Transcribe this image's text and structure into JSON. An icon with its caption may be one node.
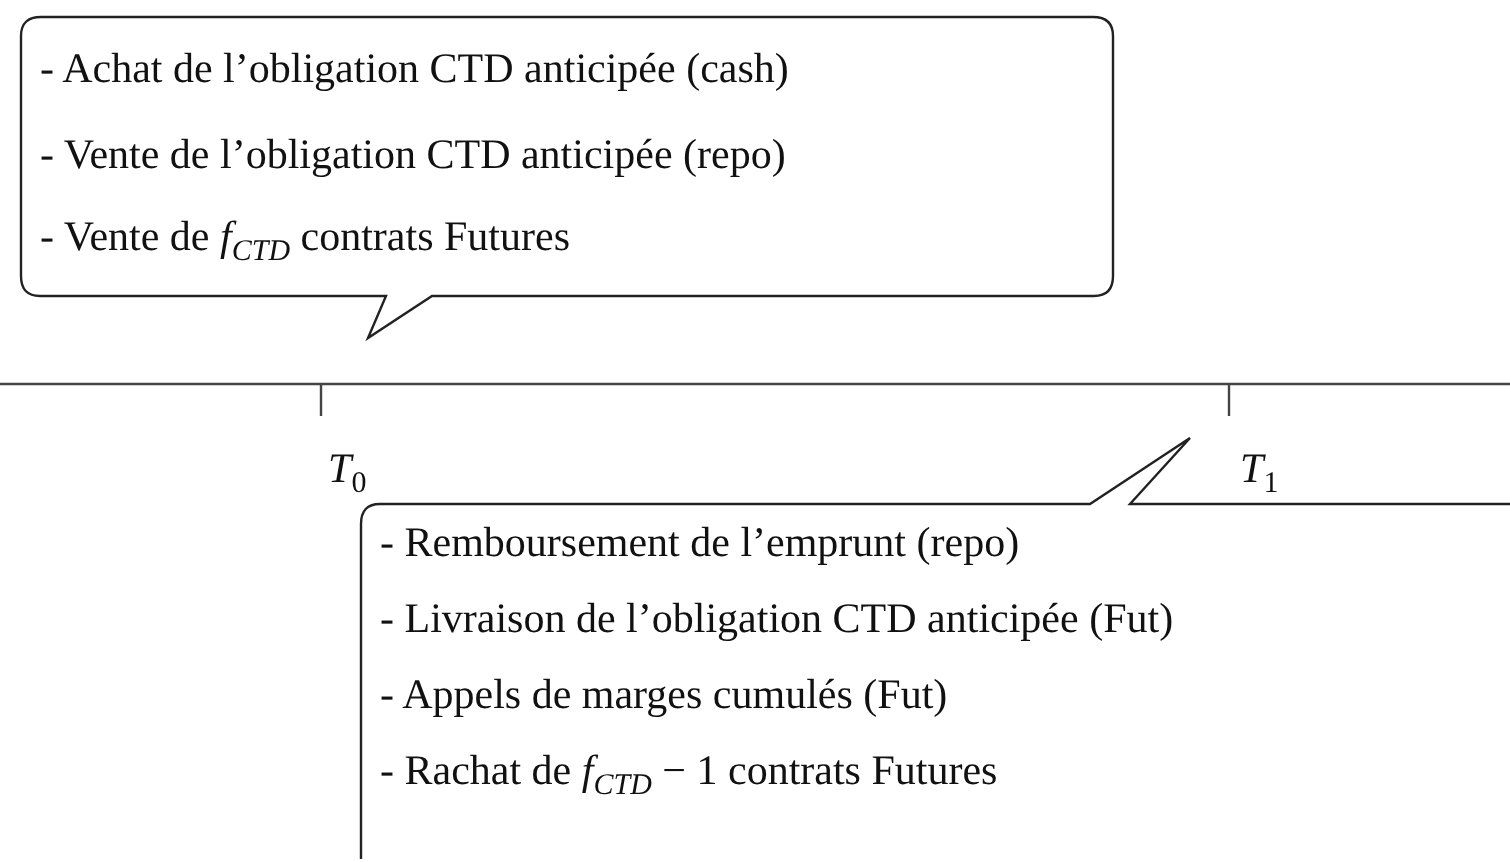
{
  "diagram": {
    "nodes": [
      {
        "text": [
          "- Achat de l’obligation CTD anticipée (cash)",
          "- Vente de l’obligation CTD anticipée (repo)",
          "- Vente de *f*$_{CTD}$ contrats Futures"
        ]
      },
      {
        "text": [
          "- Remboursement de l’emprunt (repo)",
          "- Livraison de l’obligation CTD anticipée (Fut)",
          "- Appels de marges cumulés (Fut)",
          "- Rachat de *f*$_{CTD}$ − 1 contrats Futures"
        ]
      }
    ],
    "labels": [
      "*T*$_{0}$",
      "*T*$_{1}$"
    ]
  }
}
